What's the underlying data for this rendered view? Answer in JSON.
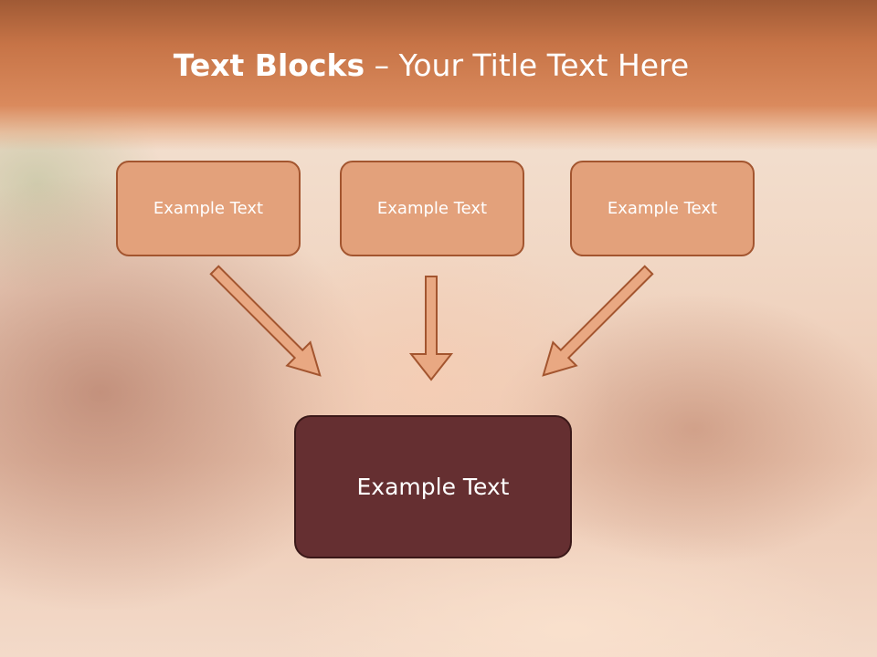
{
  "title": {
    "bold": "Text Blocks",
    "separator": " – ",
    "rest": "Your Title Text Here"
  },
  "blocks": {
    "top_left": "Example Text",
    "top_center": "Example Text",
    "top_right": "Example Text",
    "main": "Example Text"
  }
}
